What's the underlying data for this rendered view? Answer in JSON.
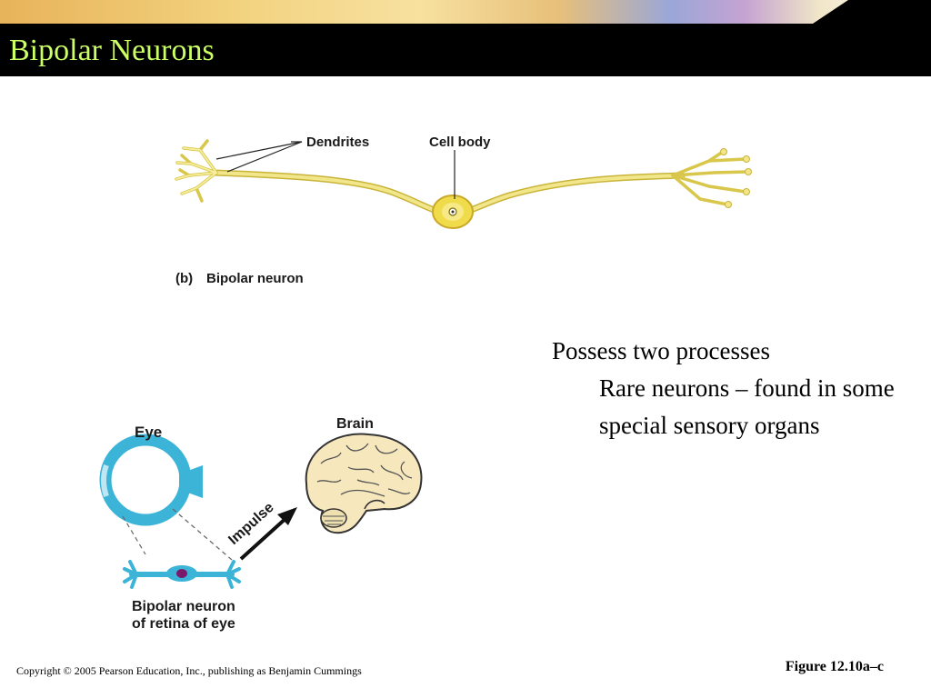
{
  "slide": {
    "title": "Bipolar Neurons",
    "copyright": "Copyright © 2005 Pearson Education, Inc., publishing as Benjamin Cummings",
    "figure_ref": "Figure 12.10a–c"
  },
  "diagram_top": {
    "label_dendrites": "Dendrites",
    "label_cell_body": "Cell body",
    "caption_letter": "(b)",
    "caption_text": "Bipolar neuron",
    "neuron_color": "#f2e68a"
  },
  "diagram_bottom": {
    "label_eye": "Eye",
    "label_brain": "Brain",
    "label_impulse": "Impulse",
    "label_retina_line1": "Bipolar neuron",
    "label_retina_line2": "of retina of eye",
    "eye_color": "#3cb4d8",
    "brain_color": "#f6e7bd"
  },
  "body": {
    "bullet_1": "Possess two processes",
    "bullet_2": "Rare neurons – found in some special sensory organs"
  }
}
